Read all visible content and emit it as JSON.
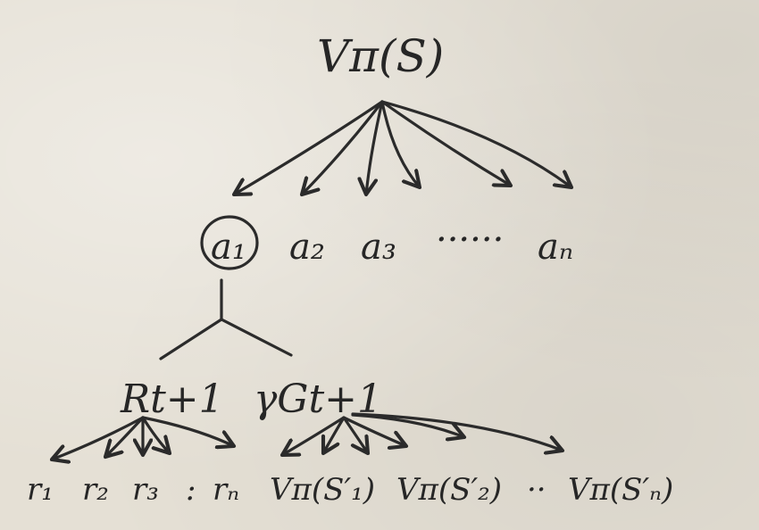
{
  "diagram": {
    "root": {
      "label": "Vπ(S)"
    },
    "actions": [
      {
        "label": "a₁",
        "circled": true
      },
      {
        "label": "a₂"
      },
      {
        "label": "a₃"
      },
      {
        "label": "······"
      },
      {
        "label": "aₙ"
      }
    ],
    "branches": [
      {
        "label": "Rt+1"
      },
      {
        "label": "γGt+1"
      }
    ],
    "reward_leaves": [
      {
        "label": "r₁"
      },
      {
        "label": "r₂"
      },
      {
        "label": "r₃"
      },
      {
        "label": ":"
      },
      {
        "label": "rₙ"
      }
    ],
    "value_leaves": [
      {
        "label": "Vπ(S′₁)"
      },
      {
        "label": "Vπ(S′₂)"
      },
      {
        "label": "··"
      },
      {
        "label": "Vπ(S′ₙ)"
      }
    ]
  }
}
